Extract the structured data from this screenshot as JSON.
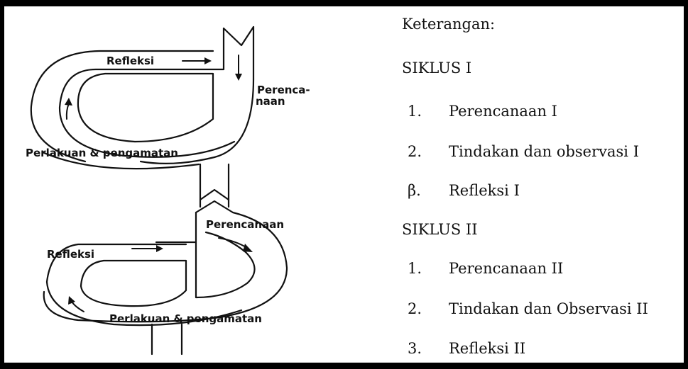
{
  "diagram": {
    "cycle1": {
      "refleksi": "Refleksi",
      "perencanaan_line1": "Perenca-",
      "perencanaan_line2": "naan",
      "perlakuan": "Perlakuan & pengamatan"
    },
    "cycle2": {
      "refleksi": "Refleksi",
      "perencanaan": "Perencanaan",
      "perlakuan": "Perlakuan & pengamatan"
    }
  },
  "legend": {
    "title": "Keterangan:",
    "siklus1": {
      "heading": "SIKLUS I",
      "items": [
        {
          "num": "1.",
          "text": "Perencanaan I"
        },
        {
          "num": "2.",
          "text": "Tindakan dan observasi I"
        },
        {
          "num": "β.",
          "text": "Refleksi I"
        }
      ]
    },
    "siklus2": {
      "heading": "SIKLUS II",
      "items": [
        {
          "num": "1.",
          "text": "Perencanaan II"
        },
        {
          "num": "2.",
          "text": "Tindakan dan Observasi II"
        },
        {
          "num": "3.",
          "text": "Refleksi II"
        }
      ]
    }
  }
}
